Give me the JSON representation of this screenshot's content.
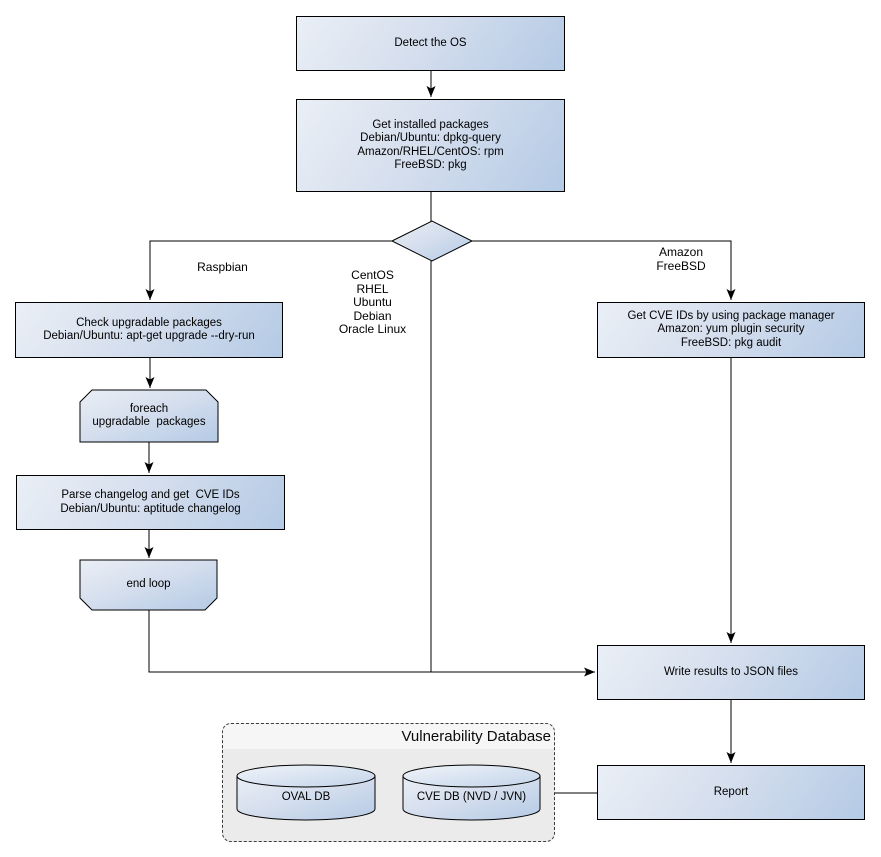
{
  "colors": {
    "node_fill_light": "#eaeff6",
    "node_fill_dark": "#b4cae5",
    "node_border": "#000000",
    "connector": "#000000",
    "db_container_fill": "#ebebeb",
    "db_header_fill": "#f6f6f6",
    "db_border": "#3c3c3c"
  },
  "nodes": {
    "detect_os": {
      "lines": [
        "Detect the OS"
      ]
    },
    "get_installed_packages": {
      "lines": [
        "Get installed packages",
        "Debian/Ubuntu: dpkg-query",
        "Amazon/RHEL/CentOS: rpm",
        "FreeBSD: pkg"
      ]
    },
    "check_upgradable": {
      "lines": [
        "Check upgradable packages",
        "Debian/Ubuntu: apt-get upgrade --dry-run"
      ]
    },
    "foreach_loop": {
      "lines": [
        "foreach",
        "upgradable  packages"
      ]
    },
    "parse_changelog": {
      "lines": [
        "Parse changelog and get  CVE IDs",
        "Debian/Ubuntu: aptitude changelog"
      ]
    },
    "end_loop": {
      "lines": [
        "end loop"
      ]
    },
    "get_cve_ids": {
      "lines": [
        "Get CVE IDs by using package manager",
        "Amazon: yum plugin security",
        "FreeBSD: pkg audit"
      ]
    },
    "write_results": {
      "lines": [
        "Write results to JSON files"
      ]
    },
    "report": {
      "lines": [
        "Report"
      ]
    }
  },
  "edge_labels": {
    "left_branch": "Raspbian",
    "middle_branch": [
      "CentOS",
      "RHEL",
      "Ubuntu",
      "Debian",
      "Oracle Linux"
    ],
    "right_branch": [
      "Amazon",
      "FreeBSD"
    ]
  },
  "database": {
    "title": "Vulnerability Database",
    "cylinders": [
      {
        "label": "OVAL DB"
      },
      {
        "label": "CVE DB (NVD / JVN)"
      }
    ]
  }
}
